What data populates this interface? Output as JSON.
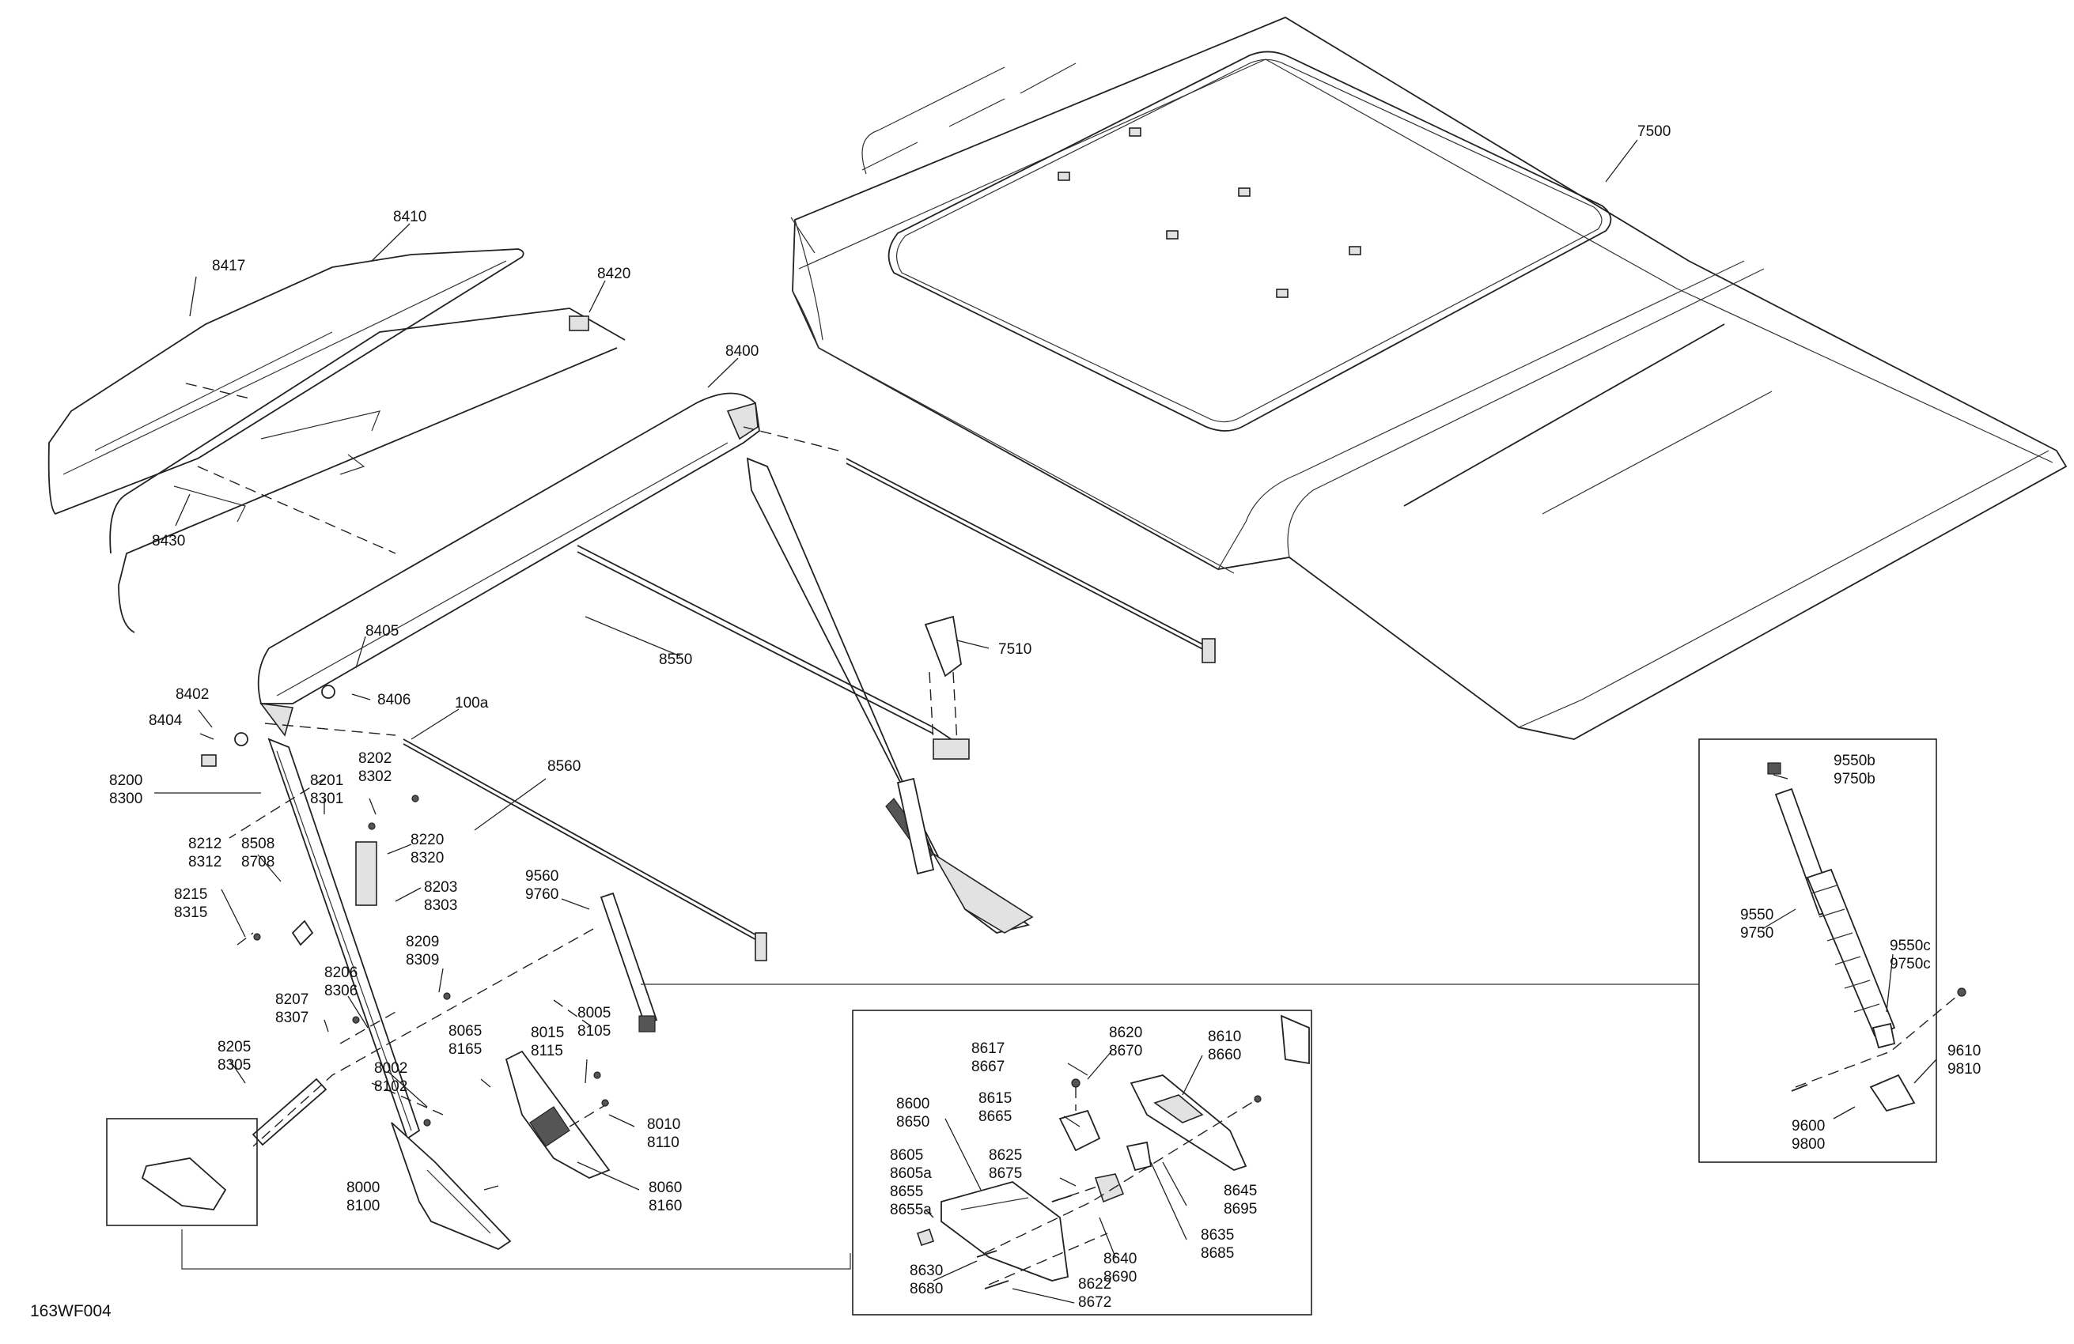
{
  "figure_id": "163WF004",
  "callouts": [
    {
      "id": "c7500",
      "lines": [
        "7500"
      ]
    },
    {
      "id": "c8410",
      "lines": [
        "8410"
      ]
    },
    {
      "id": "c8417",
      "lines": [
        "8417"
      ]
    },
    {
      "id": "c8420",
      "lines": [
        "8420"
      ]
    },
    {
      "id": "c8400",
      "lines": [
        "8400"
      ]
    },
    {
      "id": "c8430",
      "lines": [
        "8430"
      ]
    },
    {
      "id": "c8550",
      "lines": [
        "8550"
      ]
    },
    {
      "id": "c7510",
      "lines": [
        "7510"
      ]
    },
    {
      "id": "c8405",
      "lines": [
        "8405"
      ]
    },
    {
      "id": "c8406",
      "lines": [
        "8406"
      ]
    },
    {
      "id": "c100a",
      "lines": [
        "100a"
      ]
    },
    {
      "id": "c8402",
      "lines": [
        "8402"
      ]
    },
    {
      "id": "c8404",
      "lines": [
        "8404"
      ]
    },
    {
      "id": "c8560",
      "lines": [
        "8560"
      ]
    },
    {
      "id": "c8200",
      "lines": [
        "8200",
        "8300"
      ]
    },
    {
      "id": "c8201",
      "lines": [
        "8201",
        "8301"
      ]
    },
    {
      "id": "c8202",
      "lines": [
        "8202",
        "8302"
      ]
    },
    {
      "id": "c8220",
      "lines": [
        "8220",
        "8320"
      ]
    },
    {
      "id": "c8212",
      "lines": [
        "8212",
        "8312"
      ]
    },
    {
      "id": "c8508",
      "lines": [
        "8508",
        "8708"
      ]
    },
    {
      "id": "c8203",
      "lines": [
        "8203",
        "8303"
      ]
    },
    {
      "id": "c8215",
      "lines": [
        "8215",
        "8315"
      ]
    },
    {
      "id": "c9560",
      "lines": [
        "9560",
        "9760"
      ]
    },
    {
      "id": "c8209",
      "lines": [
        "8209",
        "8309"
      ]
    },
    {
      "id": "c8206",
      "lines": [
        "8206",
        "8306"
      ]
    },
    {
      "id": "c8207",
      "lines": [
        "8207",
        "8307"
      ]
    },
    {
      "id": "c8005",
      "lines": [
        "8005",
        "8105"
      ]
    },
    {
      "id": "c8065",
      "lines": [
        "8065",
        "8165"
      ]
    },
    {
      "id": "c8015",
      "lines": [
        "8015",
        "8115"
      ]
    },
    {
      "id": "c8205",
      "lines": [
        "8205",
        "8305"
      ]
    },
    {
      "id": "c8002",
      "lines": [
        "8002",
        "8102"
      ]
    },
    {
      "id": "c8010",
      "lines": [
        "8010",
        "8110"
      ]
    },
    {
      "id": "c8060",
      "lines": [
        "8060",
        "8160"
      ]
    },
    {
      "id": "c8000",
      "lines": [
        "8000",
        "8100"
      ]
    },
    {
      "id": "c9550b",
      "lines": [
        "9550b",
        "9750b"
      ]
    },
    {
      "id": "c9550",
      "lines": [
        "9550",
        "9750"
      ]
    },
    {
      "id": "c9550c",
      "lines": [
        "9550c",
        "9750c"
      ]
    },
    {
      "id": "c9610",
      "lines": [
        "9610",
        "9810"
      ]
    },
    {
      "id": "c9600",
      "lines": [
        "9600",
        "9800"
      ]
    },
    {
      "id": "c8617",
      "lines": [
        "8617",
        "8667"
      ]
    },
    {
      "id": "c8620",
      "lines": [
        "8620",
        "8670"
      ]
    },
    {
      "id": "c8610",
      "lines": [
        "8610",
        "8660"
      ]
    },
    {
      "id": "c8615",
      "lines": [
        "8615",
        "8665"
      ]
    },
    {
      "id": "c8600",
      "lines": [
        "8600",
        "8650"
      ]
    },
    {
      "id": "c8625",
      "lines": [
        "8625",
        "8675"
      ]
    },
    {
      "id": "c8605",
      "lines": [
        "8605",
        "8605a",
        "8655",
        "8655a"
      ]
    },
    {
      "id": "c8645",
      "lines": [
        "8645",
        "8695"
      ]
    },
    {
      "id": "c8635",
      "lines": [
        "8635",
        "8685"
      ]
    },
    {
      "id": "c8640",
      "lines": [
        "8640",
        "8690"
      ]
    },
    {
      "id": "c8630",
      "lines": [
        "8630",
        "8680"
      ]
    },
    {
      "id": "c8622",
      "lines": [
        "8622",
        "8672"
      ]
    }
  ]
}
